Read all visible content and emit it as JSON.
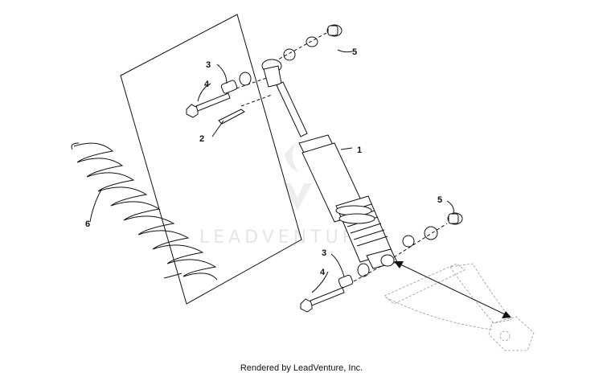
{
  "diagram": {
    "callouts": [
      "1",
      "2",
      "3",
      "4",
      "5",
      "6",
      "3",
      "4",
      "5"
    ],
    "watermark": "LEADVENTURE",
    "footer": "Rendered by LeadVenture, Inc.",
    "colors": {
      "line": "#111111",
      "watermark": "#e6e6e6",
      "ghost": "#999999"
    }
  }
}
